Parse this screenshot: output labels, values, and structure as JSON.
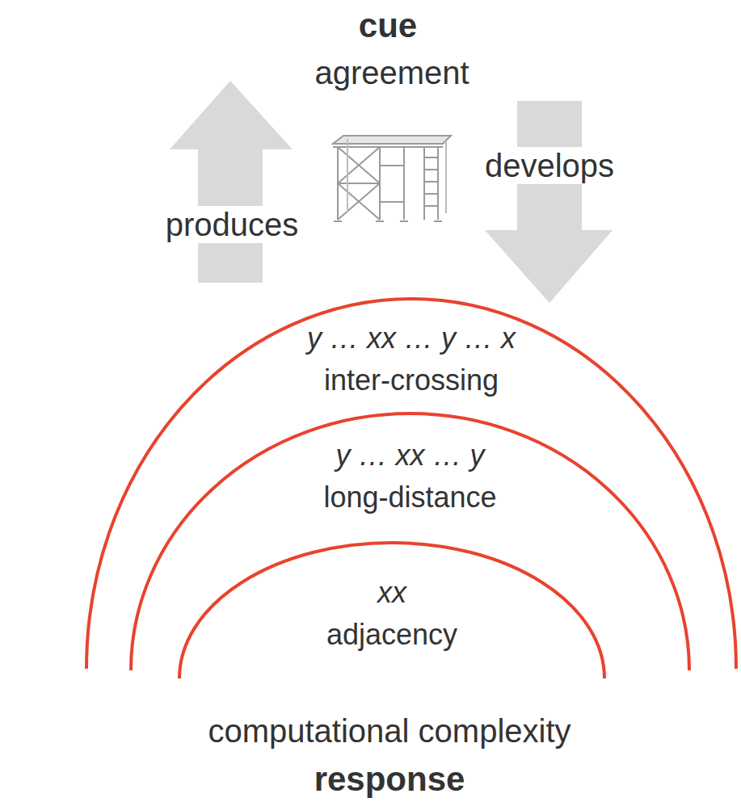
{
  "diagram": {
    "nodes": [
      {
        "text": [
          "y … xx … y … x",
          "inter-crossing"
        ]
      },
      {
        "text": [
          "y … xx … y",
          "long-distance"
        ],
        "in": 0
      },
      {
        "text": [
          "xx",
          "adjacency"
        ],
        "in": 1
      }
    ],
    "labels": [
      "cue",
      "agreement",
      "produces",
      "develops",
      "computational complexity",
      "response"
    ]
  }
}
